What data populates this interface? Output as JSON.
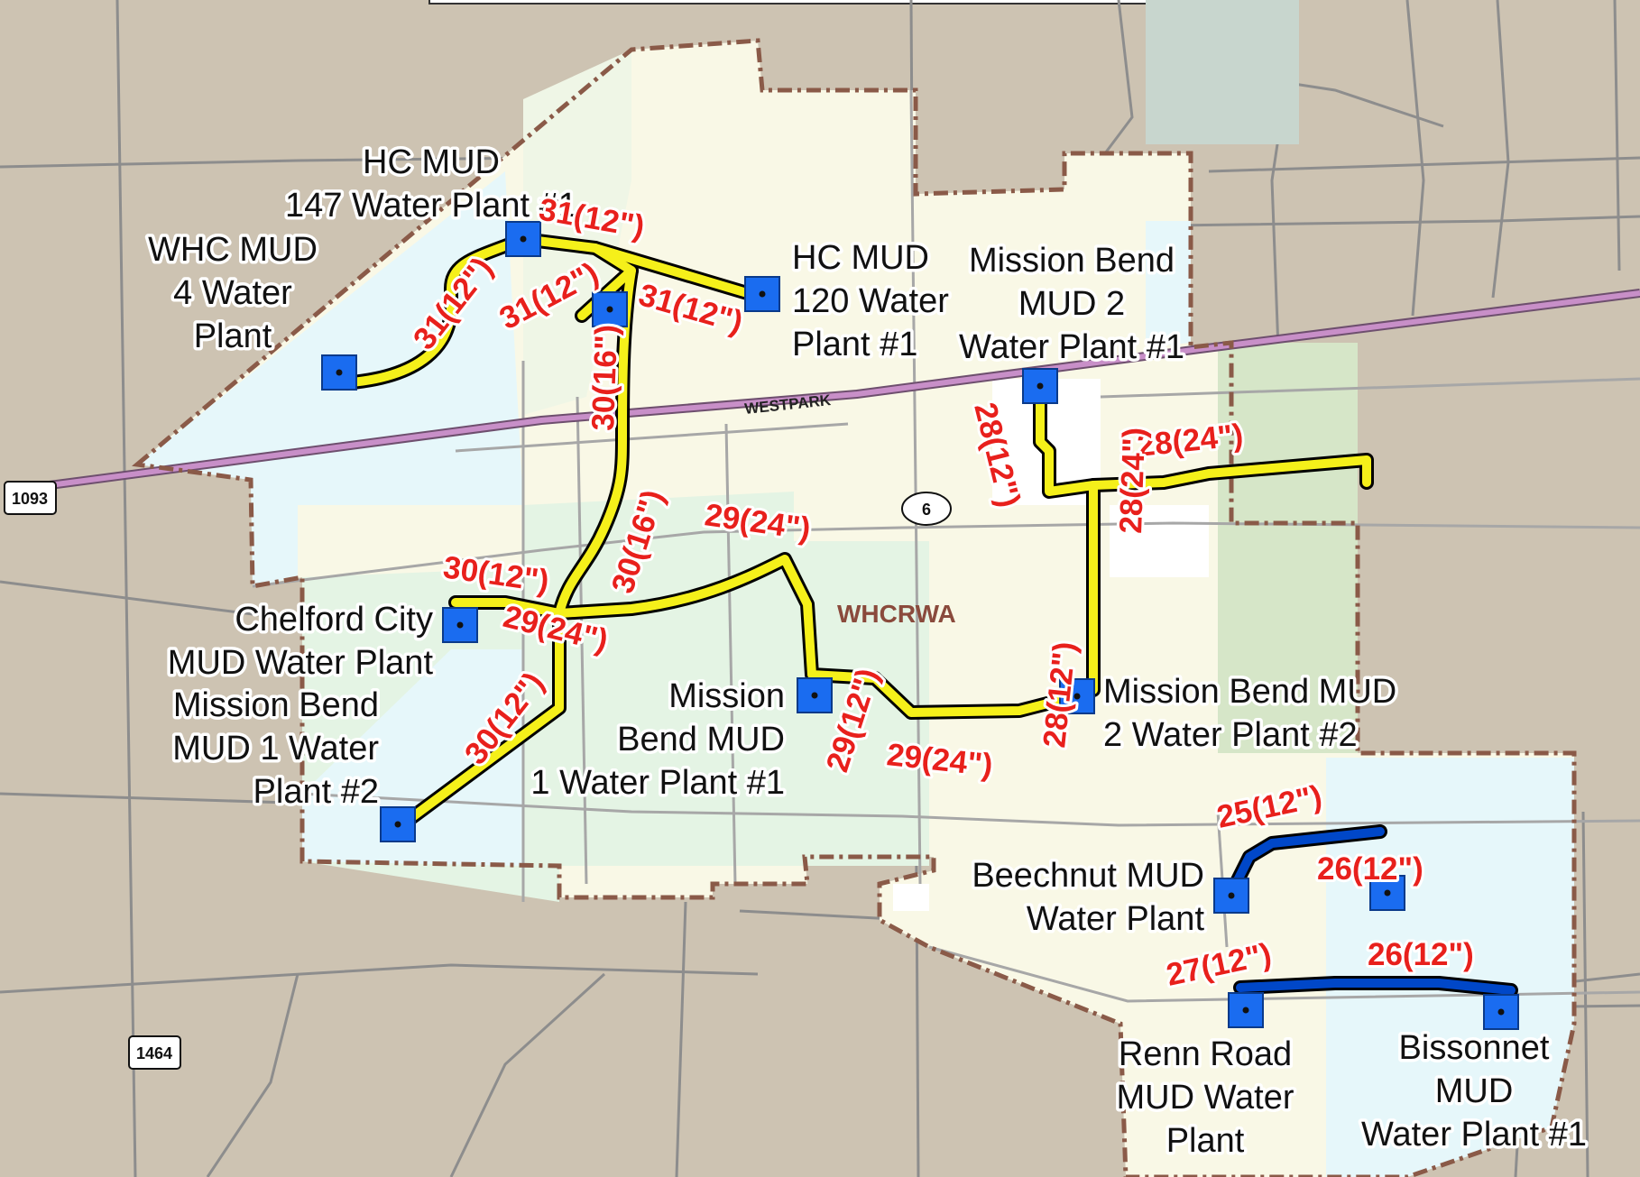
{
  "map": {
    "district_label": "WHCRWA",
    "road_label": "WESTPARK",
    "shields": [
      "1093",
      "1464",
      "6"
    ],
    "colors": {
      "background": "#cdc3b2",
      "pipe_yellow": "#f5f01a",
      "pipe_blue": "#0047c8",
      "plant_marker": "#1a6cf0",
      "pipe_label": "#e8201c",
      "boundary": "#8a5a48",
      "westpark_road": "#c88fc8"
    },
    "plants": [
      {
        "lines": [
          "HC MUD",
          "147 Water Plant #1"
        ]
      },
      {
        "lines": [
          "WHC MUD",
          "4 Water",
          "Plant"
        ]
      },
      {
        "lines": [
          "HC MUD",
          "120 Water",
          "Plant #1"
        ]
      },
      {
        "lines": [
          "Mission Bend",
          "MUD 2",
          "Water Plant #1"
        ]
      },
      {
        "lines": [
          "Chelford City",
          "MUD Water Plant"
        ]
      },
      {
        "lines": [
          "Mission Bend",
          "MUD 1 Water",
          "Plant #2"
        ]
      },
      {
        "lines": [
          "Mission",
          "Bend MUD",
          "1 Water Plant #1"
        ]
      },
      {
        "lines": [
          "Mission Bend MUD",
          "2 Water Plant #2"
        ]
      },
      {
        "lines": [
          "Beechnut MUD",
          "Water Plant"
        ]
      },
      {
        "lines": [
          "Renn Road",
          "MUD Water",
          "Plant"
        ]
      },
      {
        "lines": [
          "Bissonnet",
          "MUD",
          "Water Plant #1"
        ]
      }
    ],
    "pipe_labels": [
      "31(12\")",
      "31(12\")",
      "31(12\")",
      "31(12\")",
      "30(16\")",
      "30(16\")",
      "30(12\")",
      "30(12\")",
      "29(24\")",
      "29(24\")",
      "29(12\")",
      "29(24\")",
      "28(12\")",
      "28(24\")",
      "28(24\")",
      "28(12\")",
      "25(12\")",
      "26(12\")",
      "27(12\")",
      "26(12\")"
    ]
  }
}
